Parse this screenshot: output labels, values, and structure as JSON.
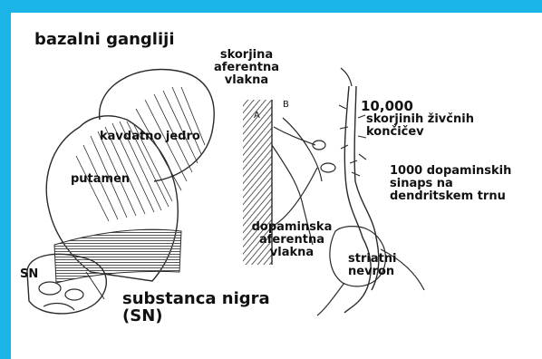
{
  "colors": {
    "frame": "#1ab4e8",
    "panel": "#ffffff",
    "ink": "#2a2a2a"
  },
  "title": "bazalni gangliji",
  "brain_labels": {
    "caudate": "kavdatno jedro",
    "putamen": "putamen",
    "sn": "SN",
    "substantia_line1": "substanca nigra",
    "substantia_line2": "(SN)"
  },
  "neuron_labels": {
    "cortical_line1": "skorjina",
    "cortical_line2": "aferentna",
    "cortical_line3": "vlakna",
    "letter_a": "A",
    "letter_b": "B",
    "endings_line1": "10,000",
    "endings_line2": "skorjinih živčnih",
    "endings_line3": "končičev",
    "synapses_line1": "1000 dopaminskih",
    "synapses_line2": "sinaps na",
    "synapses_line3": "dendritskem trnu",
    "dopamine_line1": "dopaminska",
    "dopamine_line2": "aferentna",
    "dopamine_line3": "vlakna",
    "striatal_line1": "striatni",
    "striatal_line2": "nevron"
  }
}
